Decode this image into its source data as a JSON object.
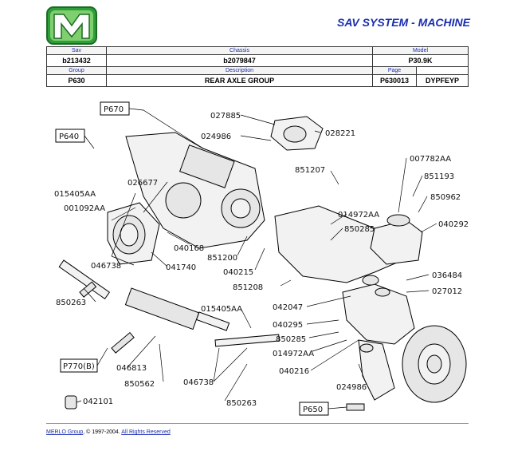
{
  "header": {
    "title": "SAV SYSTEM - MACHINE",
    "labels": {
      "sav": "Sav",
      "chassis": "Chassis",
      "model": "Model",
      "group": "Group",
      "description": "Description",
      "page": "Page"
    },
    "sav": "b213432",
    "chassis": "b2079847",
    "model": "P30.9K",
    "group": "P630",
    "description": "REAR AXLE GROUP",
    "page": "P630013",
    "page_code": "DYPFEYP"
  },
  "brand": {
    "accent": "#1a2db0",
    "logo_green": "#2e9e3a"
  },
  "diagram": {
    "boxed_refs": [
      "P670",
      "P640",
      "P770(B)",
      "P650"
    ],
    "part_numbers": [
      "027885",
      "024986",
      "028221",
      "007782AA",
      "851207",
      "851193",
      "026677",
      "850962",
      "015405AA",
      "001092AA",
      "014972AA",
      "040292",
      "850285",
      "040168",
      "851200",
      "041740",
      "040215",
      "046738",
      "036484",
      "851208",
      "027012",
      "850263",
      "042047",
      "015405AA",
      "040295",
      "850285",
      "014972AA",
      "046813",
      "040216",
      "850562",
      "046738",
      "024986",
      "850263",
      "042101"
    ]
  },
  "footer": {
    "company": "MERLO Group",
    "copyright": ", © 1997-2004. ",
    "rights": "All Rights Reserved"
  }
}
